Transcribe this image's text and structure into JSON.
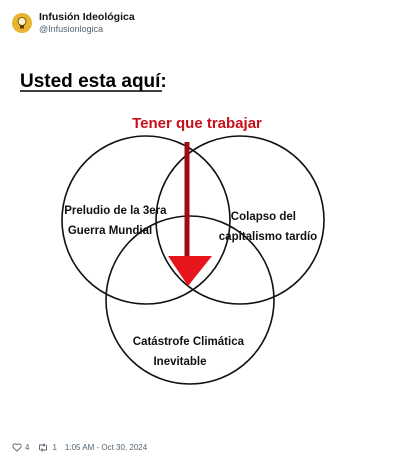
{
  "post": {
    "author": {
      "display_name": "Infusión Ideológica",
      "handle": "@Infusionlogica",
      "avatar_icon": "lightbulb-head-icon",
      "avatar_color": "#e9b42f"
    },
    "timestamp": "1:05 AM - Oct 30, 2024",
    "stats": {
      "likes": "4",
      "reposts": "1"
    }
  },
  "meme": {
    "title": "Usted esta aquí:",
    "arrow_label": "Tener que trabajar",
    "arrow_color": "#c8101a",
    "circles": [
      {
        "label_lines": [
          "Preludio de la 3era",
          "Guerra Mundial"
        ]
      },
      {
        "label_lines": [
          "Colapso del",
          "capitalismo tardío"
        ]
      },
      {
        "label_lines": [
          "Catástrofe Climática",
          "Inevitable"
        ]
      }
    ]
  }
}
